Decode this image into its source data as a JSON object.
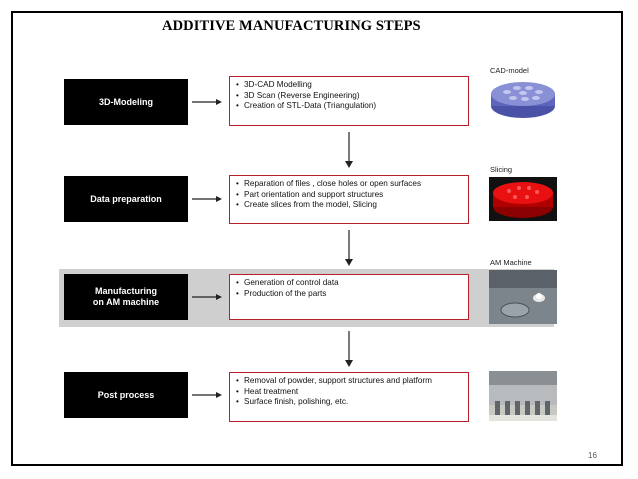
{
  "title": "ADDITIVE MANUFACTURING STEPS",
  "steps": [
    {
      "name": "3D-Modeling",
      "items": [
        "3D-CAD Modelling",
        "3D Scan (Reverse Engineering)",
        "Creation of STL-Data (Triangulation)"
      ],
      "image_label": "CAD-model"
    },
    {
      "name": "Data preparation",
      "items": [
        "Reparation of files , close holes or open surfaces",
        "Part orientation and support structures",
        "Create slices from the model, Slicing"
      ],
      "image_label": "Slicing"
    },
    {
      "name_line1": "Manufacturing",
      "name_line2": "on AM machine",
      "items": [
        "Generation of control data",
        "Production of the parts"
      ],
      "image_label": "AM Machine"
    },
    {
      "name": "Post process",
      "items": [
        "Removal of powder, support structures and platform",
        "Heat treatment",
        "Surface finish, polishing, etc."
      ],
      "image_label": ""
    }
  ],
  "page_number": "16",
  "colors": {
    "box_border": "#b5202a",
    "step_box": "#000000",
    "highlight_band": "#cfcfcf"
  }
}
